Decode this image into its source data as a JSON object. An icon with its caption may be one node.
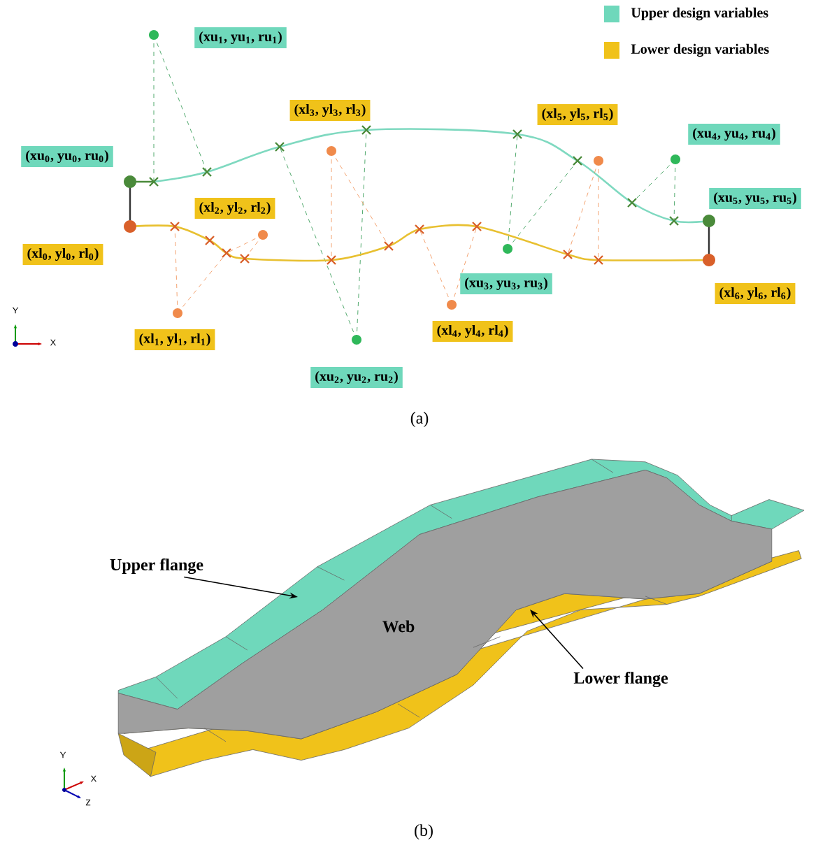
{
  "diagram": {
    "nodes": [
      {
        "text": [
          "(xu$_{1}$, yu$_{1}$, ru$_{1}$)"
        ]
      },
      {
        "text": [
          "(xl$_{3}$, yl$_{3}$, rl$_{3}$)"
        ]
      },
      {
        "text": [
          "(xl$_{5}$, yl$_{5}$, rl$_{5}$)"
        ]
      },
      {
        "text": [
          "(xu$_{4}$, yu$_{4}$, ru$_{4}$)"
        ]
      },
      {
        "text": [
          "(xu$_{0}$, yu$_{0}$, ru$_{0}$)"
        ]
      },
      {
        "text": [
          "(xu$_{5}$, yu$_{5}$, ru$_{5}$)"
        ]
      },
      {
        "text": [
          "(xl$_{2}$, yl$_{2}$, rl$_{2}$)"
        ]
      },
      {
        "text": [
          "(xl$_{0}$, yl$_{0}$, rl$_{0}$)"
        ]
      },
      {
        "text": [
          "(xu$_{3}$, yu$_{3}$, ru$_{3}$)"
        ]
      },
      {
        "text": [
          "(xl$_{6}$, yl$_{6}$, rl$_{6}$)"
        ]
      },
      {
        "text": [
          "(xl$_{4}$, yl$_{4}$, rl$_{4}$)"
        ]
      },
      {
        "text": [
          "(xl$_{1}$, yl$_{1}$, rl$_{1}$)"
        ]
      },
      {
        "text": [
          "(xu$_{2}$, yu$_{2}$, ru$_{2}$)"
        ]
      },
      {
        "text": [
          "Upper flange"
        ]
      },
      {
        "text": [
          "Lower flange"
        ]
      }
    ],
    "edges": [
      {
        "from": 13,
        "to": null,
        "arrow": "to"
      },
      {
        "from": 14,
        "to": null,
        "arrow": "to"
      }
    ],
    "labels": [
      "Y",
      "X",
      "(a)",
      "Web",
      "Y",
      "X",
      "Z",
      "(b)"
    ],
    "legend": [
      {
        "text": "Upper design variables",
        "color": "#6fd8bb"
      },
      {
        "text": "Lower design variables",
        "color": "#f0c21a"
      }
    ]
  }
}
